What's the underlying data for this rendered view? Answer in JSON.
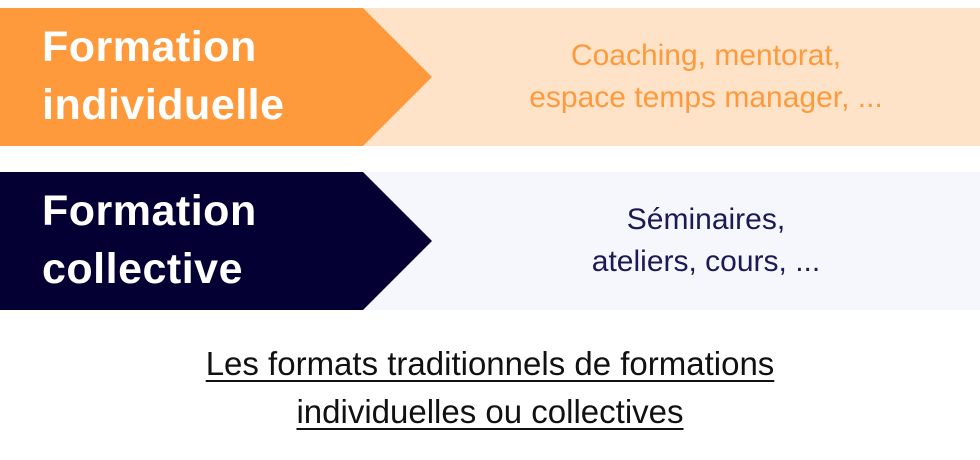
{
  "colors": {
    "individual_arrow": "#FF9A3C",
    "individual_bg": "#FFE3C9",
    "individual_text": "#FF9A3C",
    "collective_arrow": "#050033",
    "collective_bg": "#F6F6FD",
    "collective_text": "#1A1A55",
    "caption_text": "#111111"
  },
  "rows": [
    {
      "title_line1": "Formation",
      "title_line2": "individuelle",
      "desc_line1": "Coaching, mentorat,",
      "desc_line2": "espace temps manager, ..."
    },
    {
      "title_line1": "Formation",
      "title_line2": "collective",
      "desc_line1": "Séminaires,",
      "desc_line2": "ateliers, cours, ..."
    }
  ],
  "caption": {
    "line1": "Les formats traditionnels de formations",
    "line2": "individuelles ou collectives"
  }
}
